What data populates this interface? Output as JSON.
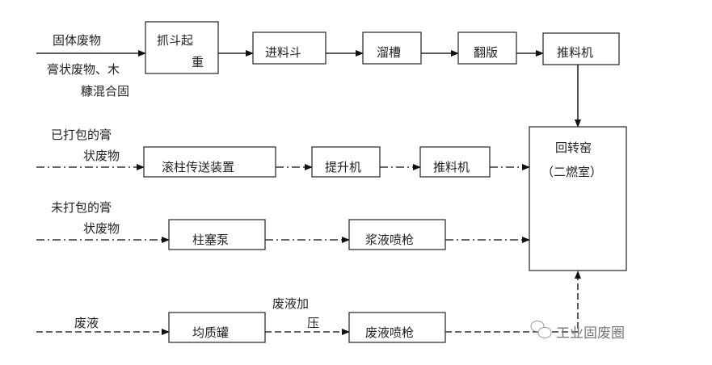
{
  "inputs": {
    "solid_waste": "固体废物",
    "paste_mixed_1": "膏状废物、木",
    "paste_mixed_2": "糠混合固",
    "packed_1": "已打包的膏",
    "packed_2": "状废物",
    "unpacked_1": "未打包的膏",
    "unpacked_2": "状废物",
    "waste_liquid": "废液",
    "pressurize_1": "废液加",
    "pressurize_2": "压"
  },
  "boxes": {
    "grab_crane_1": "抓斗起",
    "grab_crane_2": "重",
    "feed_hopper": "进料斗",
    "chute": "溜槽",
    "flap": "翻版",
    "pusher_1": "推料机",
    "roller_conveyor": "滚柱传送装置",
    "elevator": "提升机",
    "pusher_2": "推料机",
    "plunger_pump": "柱塞泵",
    "slurry_gun": "浆液喷枪",
    "homogenizer_tank": "均质罐",
    "liquid_gun": "废液喷枪",
    "kiln_1": "回转窑",
    "kiln_2": "（二燃室）"
  },
  "watermark": "工业固废圈"
}
